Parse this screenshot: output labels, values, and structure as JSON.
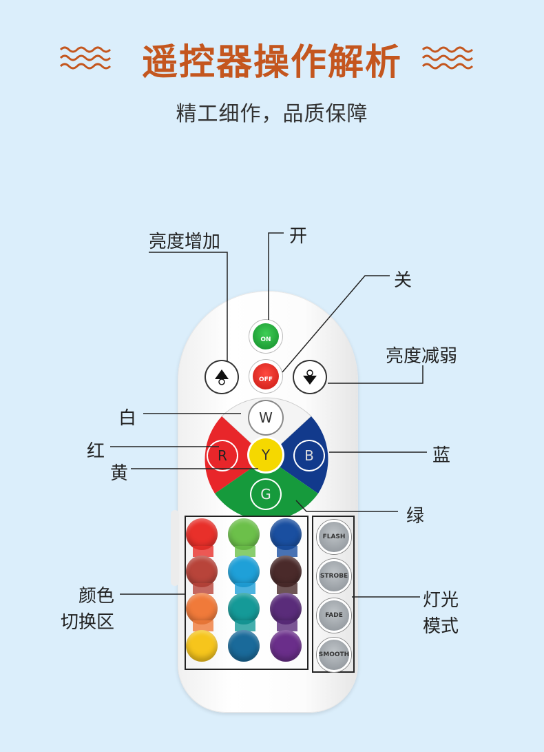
{
  "header": {
    "title": "遥控器操作解析",
    "subtitle": "精工细作，品质保障"
  },
  "labels": {
    "brightness_up": "亮度增加",
    "on": "开",
    "off": "关",
    "brightness_down": "亮度减弱",
    "white": "白",
    "red": "红",
    "yellow": "黄",
    "blue": "蓝",
    "green": "绿",
    "color_switch_line1": "颜色",
    "color_switch_line2": "切换区",
    "light_mode_line1": "灯光",
    "light_mode_line2": "模式"
  },
  "remote": {
    "on_text": "ON",
    "off_text": "OFF",
    "w": "W",
    "r": "R",
    "y": "Y",
    "b": "B",
    "g": "G",
    "modes": [
      "FLASH",
      "STROBE",
      "FADE",
      "SMOOTH"
    ],
    "color_grid": [
      [
        "#e8302a",
        "#6cc04a",
        "#1a4fa0"
      ],
      [
        "#b8443a",
        "#1fa0d8",
        "#4a2a2a"
      ],
      [
        "#f07a3a",
        "#159a98",
        "#5a2c7a"
      ],
      [
        "#f6c51c",
        "#1a6a9a",
        "#6a2e8a"
      ]
    ]
  },
  "colors": {
    "accent": "#c4561e",
    "background": "#dbeefb",
    "red": "#e8262a",
    "blue": "#123a8c",
    "green": "#169a3c",
    "yellow": "#f5d800"
  }
}
